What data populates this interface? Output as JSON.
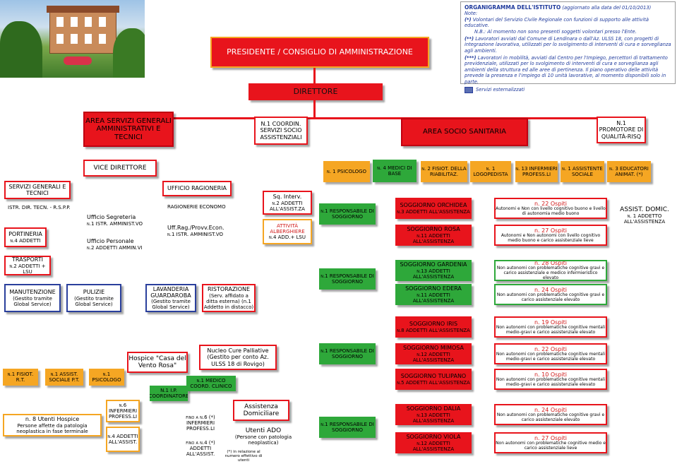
{
  "photo": {
    "alt": ""
  },
  "president": "PRESIDENTE / CONSIGLIO DI AMMINISTRAZIONE",
  "director": "DIRETTORE",
  "legend": {
    "title": "ORGANIGRAMMA DELL'ISTITUTO",
    "title_note": "(aggiornato alla data del 01/10/2013)",
    "note_label": "Note:",
    "n1_mark": "(*)",
    "n1_text": "Volontari del Servizio Civile Regionale con funzioni di supporto alle attività educative.",
    "n1_sub": "N.B.: Al momento non sono presenti soggetti volontari presso l'Ente.",
    "n2_mark": "(**)",
    "n2_text": "Lavoratori avviati dal Comune di Lendinara o dall'Az. ULSS 18, con progetti di integrazione lavorativa, utilizzati per lo svolgimento di interventi di cura e sorveglianza agli ambienti.",
    "n3_mark": "(***)",
    "n3_text": "Lavoratori in mobilità, avviati dal Centro per l'Impiego, percettori di trattamento previdenziale, utilizzati per lo svolgimento di interventi di cura e sorveglianza agli ambienti della struttura ed alle aree di pertinenza. Il piano operativo delle attività prevede la presenza e l'impiego di 10 unità lavorative, al momento disponibili solo in parte.",
    "ext": "Servizi esternalizzati"
  },
  "area_gen": "AREA SERVIZI GENERALI AMMINISTRATIVI E TECNICI",
  "coord": "N.1 COORDIN. SERVIZI SOCIO ASSISTENZIALI",
  "area_san": "AREA SOCIO SANITARIA",
  "promotore": "N.1 PROMOTORE DI QUALITÀ-RISQ",
  "vicedir": "VICE DIRETTORE",
  "serv_gen": "SERVIZI GENERALI E TECNICI",
  "istr_dir": "ISTR. DIR. TECN. - R.S.P.P.",
  "portineria": "PORTINERIA",
  "portineria_sub": "n.4 ADDETTI",
  "trasporti": "TRASPORTI",
  "trasporti_sub": "n.2 ADDETTI + LSU",
  "uff_segr": "Ufficio Segreteria",
  "uff_segr_sub": "n.1 ISTR. AMMINIST.VO",
  "uff_pers": "Ufficio Personale",
  "uff_pers_sub": "n.2 ADDETTI AMMIN.VI",
  "uff_rag": "UFFICIO RAGIONERIA",
  "rag_eco": "RAGIONERIE ECONOMO",
  "uff_rag2": "Uff.Rag./Provv.Econ.",
  "uff_rag2_sub": "n.1 ISTR. AMMINIST.VO",
  "manut": "MANUTENZIONE",
  "manut_sub": "(Gestito tramite Global Service)",
  "pulizie": "PULIZIE",
  "pulizie_sub": "(Gestito tramite Global Service)",
  "lavand": "LAVANDERIA GUARDAROBA",
  "lavand_sub": "(Gestito tramite Global Service)",
  "ristor": "RISTORAZIONE",
  "ristor_sub": "(Serv. affidato a ditta esterna) (n.1 Addetto in distacco)",
  "sq": "Sq. Interv.",
  "sq_sub": "n.2 ADDETTI ALL'ASSIST.ZA",
  "attiv": "ATTIVITÀ ALBERGHIERE",
  "attiv_sub": "n.4 ADD.+ LSU",
  "top_row": [
    {
      "t": "n. 1 PSICOLOGO"
    },
    {
      "t": "n. 4 MEDICI DI BASE"
    },
    {
      "t": "n. 2 FISIOT. DELLA RIABILITAZ."
    },
    {
      "t": "n. 1 LOGOPEDISTA"
    },
    {
      "t": "n. 13 INFERMIERI PROFESS.LI"
    },
    {
      "t": "n. 1 ASSISTENTE SOCIALE"
    },
    {
      "t": "n. 3 EDUCATORI ANIMAT. (*)"
    }
  ],
  "resp": "n.1 RESPONSABILE DI SOGGIORNO",
  "soggiorni": [
    {
      "name": "SOGGIORNO ORCHIDEA",
      "staff": "n.3 ADDETTI ALL'ASSISTENZA",
      "osp": "n. 22 Ospiti",
      "desc": "Autonomi e Non con livello cognitivo buono e livello di autonomia medio buono"
    },
    {
      "name": "SOGGIORNO ROSA",
      "staff": "n.11 ADDETTI ALL'ASSISTENZA",
      "osp": "n. 27 Ospiti",
      "desc": "Autonomi e Non autonomi con livello cognitivo medio buono e carico assistenziale lieve"
    },
    {
      "name": "SOGGIORNO GARDENIA",
      "staff": "n.13 ADDETTI ALL'ASSISTENZA",
      "osp": "n. 28 Ospiti",
      "desc": "Non autonomi con problematiche cognitive gravi e carico assistenziale e medico infermieristico elevato"
    },
    {
      "name": "SOGGIORNO EDERA",
      "staff": "n.11 ADDETTI ALL'ASSISTENZA",
      "osp": "n. 24 Ospiti",
      "desc": "Non autonomi con problematiche cognitive gravi e carico assistenziale elevato"
    },
    {
      "name": "SOGGIORNO IRIS",
      "staff": "n.8 ADDETTI ALL'ASSISTENZA",
      "osp": "n. 19 Ospiti",
      "desc": "Non autonomi con problematiche cognitive mentali medio-gravi e carico assistenziale elevato"
    },
    {
      "name": "SOGGIORNO MIMOSA",
      "staff": "n.12 ADDETTI ALL'ASSISTENZA",
      "osp": "n. 22 Ospiti",
      "desc": "Non autonomi con problematiche cognitive mentali medio-gravi e carico assistenziale elevato"
    },
    {
      "name": "SOGGIORNO TULIPANO",
      "staff": "n.5 ADDETTI ALL'ASSISTENZA",
      "osp": "n. 10 Ospiti",
      "desc": "Non autonomi con problematiche cognitive mentali medio-gravi e carico assistenziale elevato"
    },
    {
      "name": "SOGGIORNO DALIA",
      "staff": "n.13 ADDETTI ALL'ASSISTENZA",
      "osp": "n. 24 Ospiti",
      "desc": "Non autonomi con problematiche cognitive gravi e carico assistenziale elevato"
    },
    {
      "name": "SOGGIORNO VIOLA",
      "staff": "n.12 ADDETTI ALL'ASSISTENZA",
      "osp": "n. 27 Ospiti",
      "desc": "Non autonomi con problematiche cognitive medio e carico assistenziale lieve"
    }
  ],
  "assist_domic": "ASSIST. DOMIC.",
  "assist_domic_sub": "n. 1 ADDETTO ALL'ASSISTENZA",
  "hospice": "Hospice \"Casa del Vento Rosa\"",
  "hosp_fisio": "n.1 FISIOT. R.T.",
  "hosp_assoc": "n.1 ASSIST. SOCIALE P.T.",
  "hosp_psico": "n.1 PSICOLOGO",
  "hosp_utenti": "n. 8 Utenti Hospice",
  "hosp_utenti_sub": "Persone affette da patologia neoplastica in fase terminale",
  "hosp_inf": "n.6 INFERMIERI PROFESS.LI",
  "hosp_add": "n.4 ADDETTI ALL'ASSIST.",
  "ip": "N.1 I.P. COORDINATORE",
  "nucleo": "Nucleo Cure Palliative (Gestito per conto Az. ULSS 18 di Rovigo)",
  "medico": "n.1 MEDICO COORD. CLINICO",
  "fino_inf": "fino a n.6 (*) INFERMIERI PROFESS.LI",
  "fino_add": "fino a n.4 (*) ADDETTI ALL'ASSIST.",
  "fino_note": "(*) in relazione al numero effettivo di utenti",
  "adi": "Assistenza Domiciliare",
  "utenti_ado": "Utenti ADO",
  "utenti_ado_sub": "(Persone con patologia neoplastica)"
}
